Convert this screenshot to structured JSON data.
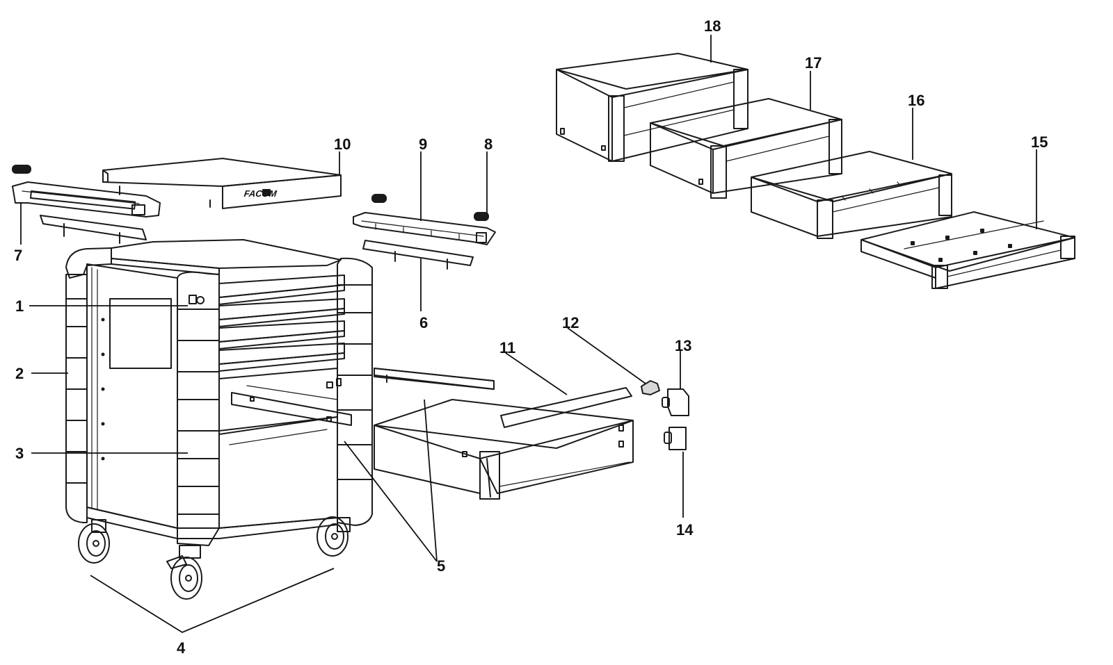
{
  "brand_text": "FACOM",
  "callouts": [
    {
      "id": "1",
      "label": "1"
    },
    {
      "id": "2",
      "label": "2"
    },
    {
      "id": "3",
      "label": "3"
    },
    {
      "id": "4",
      "label": "4"
    },
    {
      "id": "5",
      "label": "5"
    },
    {
      "id": "6",
      "label": "6"
    },
    {
      "id": "7",
      "label": "7"
    },
    {
      "id": "8",
      "label": "8"
    },
    {
      "id": "9",
      "label": "9"
    },
    {
      "id": "10",
      "label": "10"
    },
    {
      "id": "11",
      "label": "11"
    },
    {
      "id": "12",
      "label": "12"
    },
    {
      "id": "13",
      "label": "13"
    },
    {
      "id": "14",
      "label": "14"
    },
    {
      "id": "15",
      "label": "15"
    },
    {
      "id": "16",
      "label": "16"
    },
    {
      "id": "17",
      "label": "17"
    },
    {
      "id": "18",
      "label": "18"
    }
  ]
}
